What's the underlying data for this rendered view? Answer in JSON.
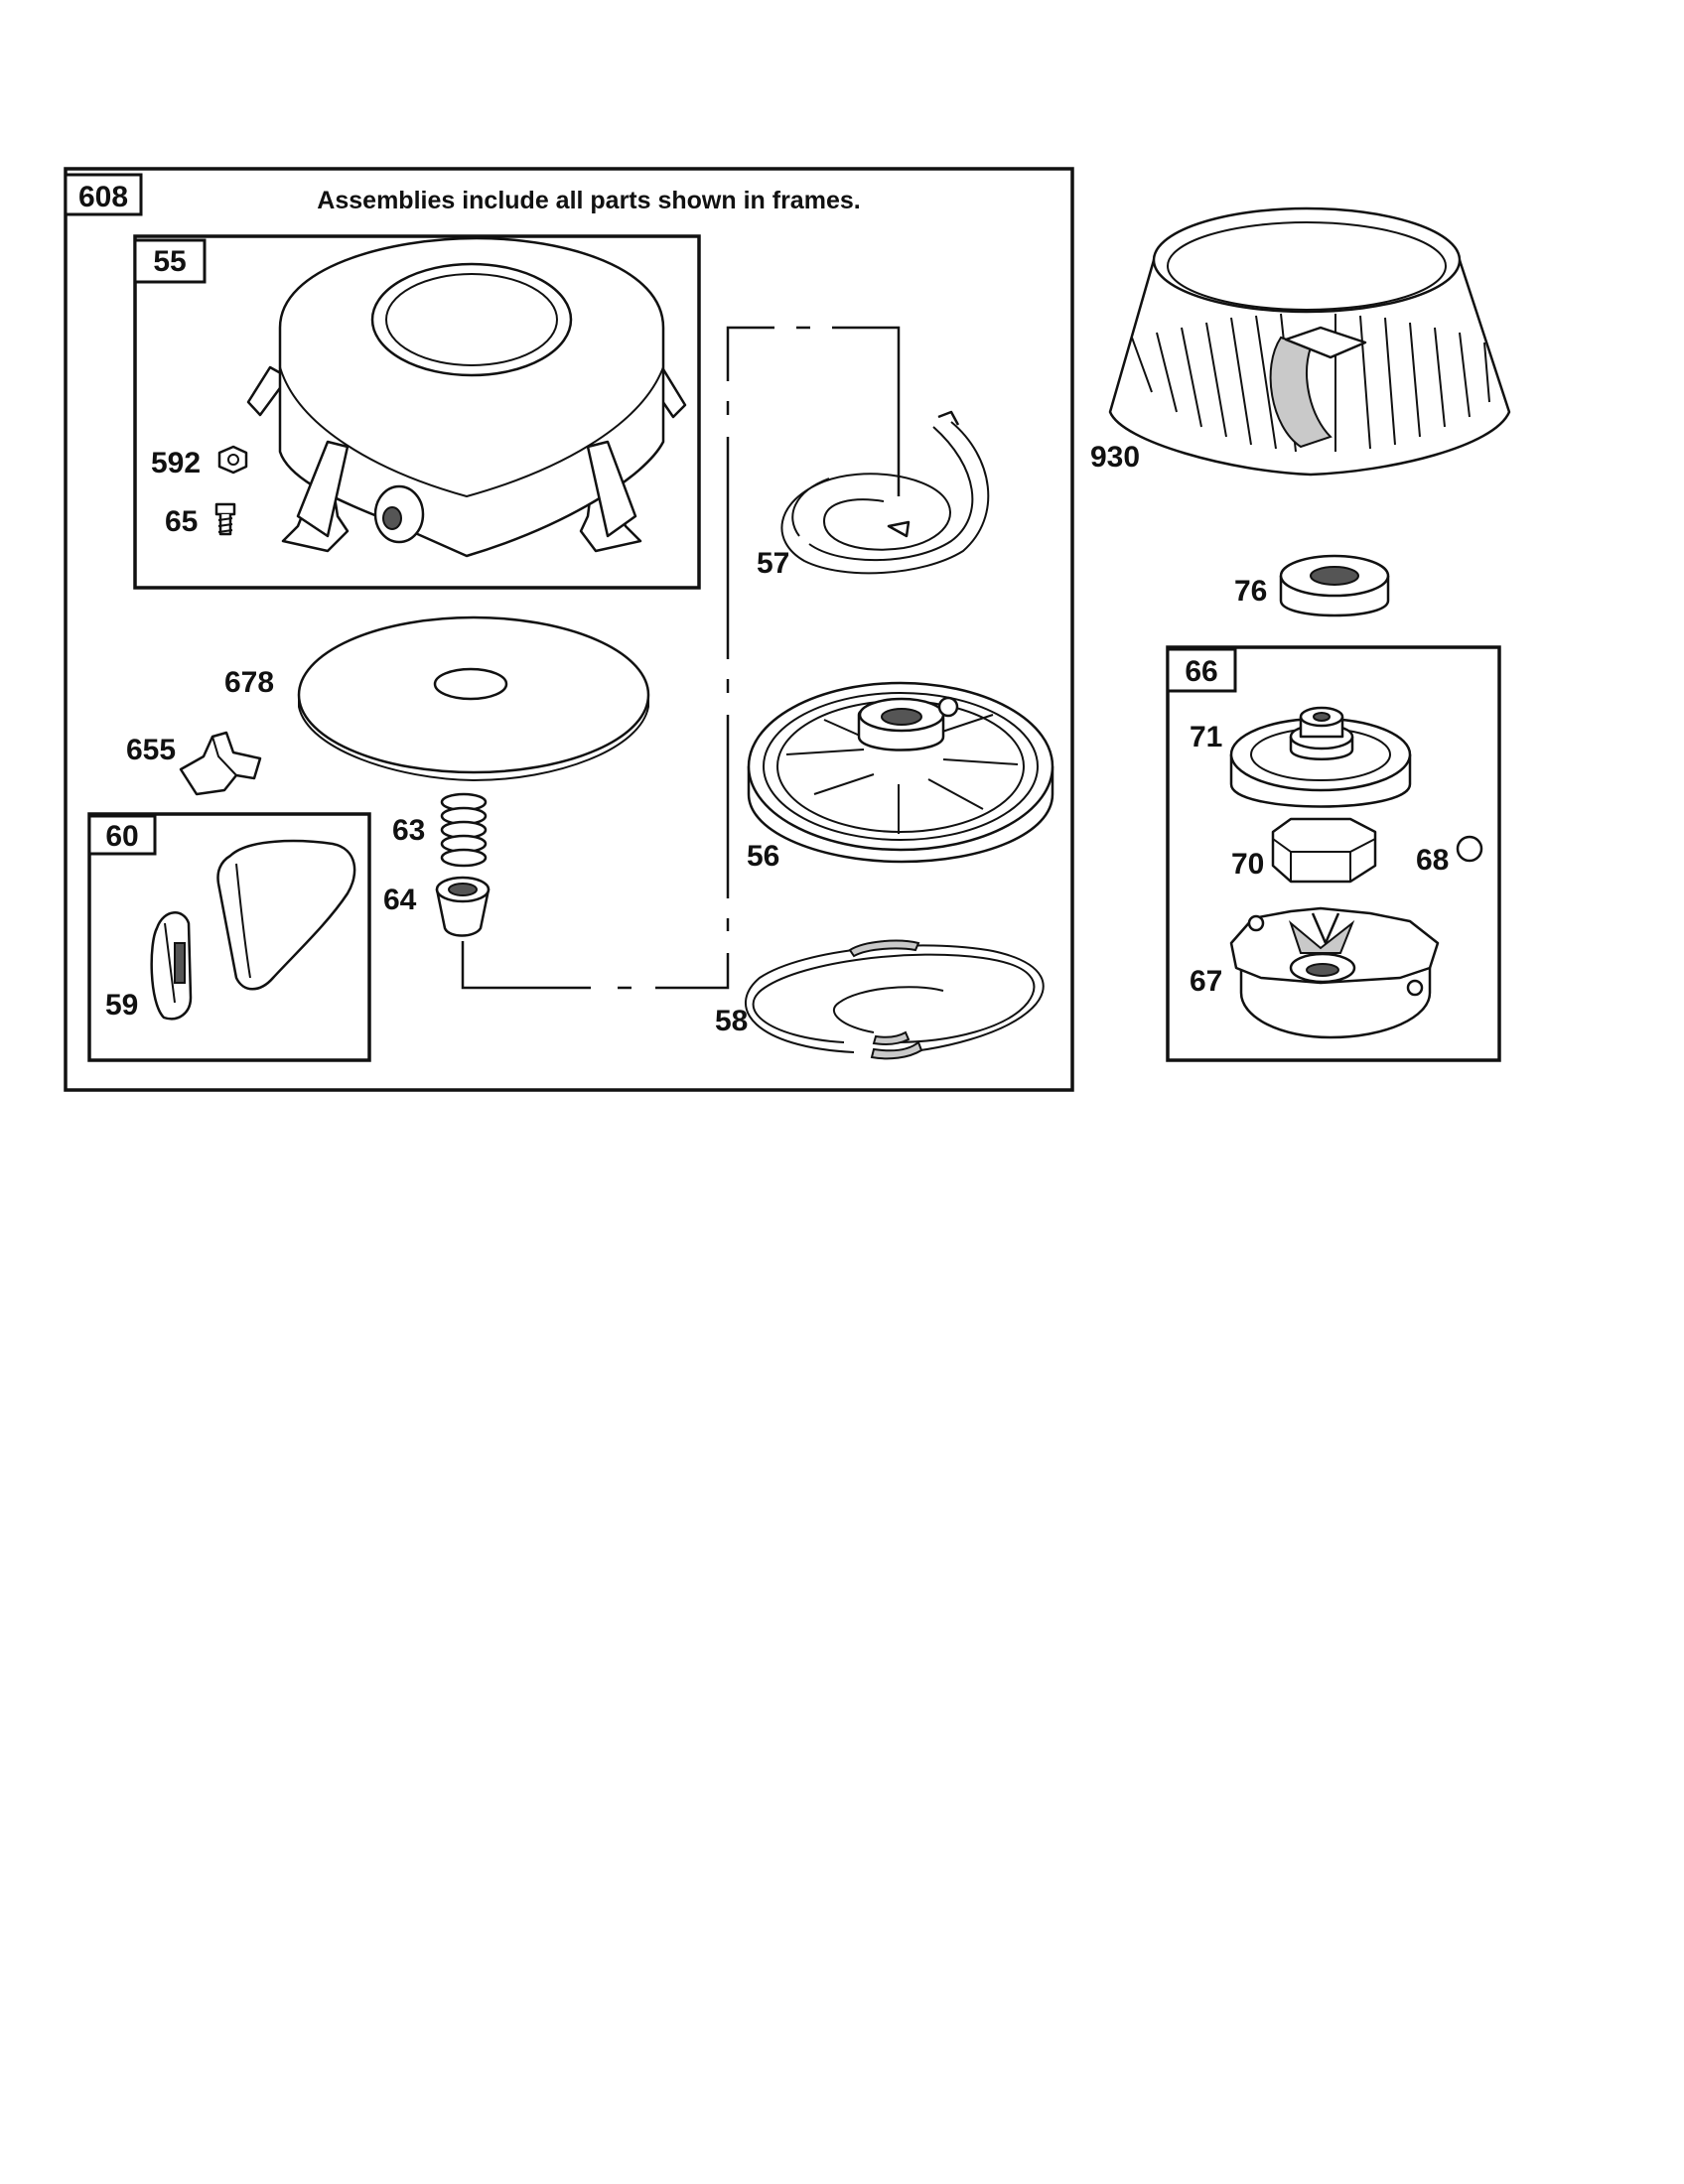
{
  "header_note": "Assemblies include all parts shown in frames.",
  "frames": {
    "main": "608",
    "housing": "55",
    "handle": "60",
    "clutch": "66"
  },
  "parts": {
    "p592": "592",
    "p65": "65",
    "p678": "678",
    "p655": "655",
    "p63": "63",
    "p64": "64",
    "p59": "59",
    "p57": "57",
    "p56": "56",
    "p58": "58",
    "p930": "930",
    "p76": "76",
    "p71": "71",
    "p70": "70",
    "p68": "68",
    "p67": "67"
  }
}
